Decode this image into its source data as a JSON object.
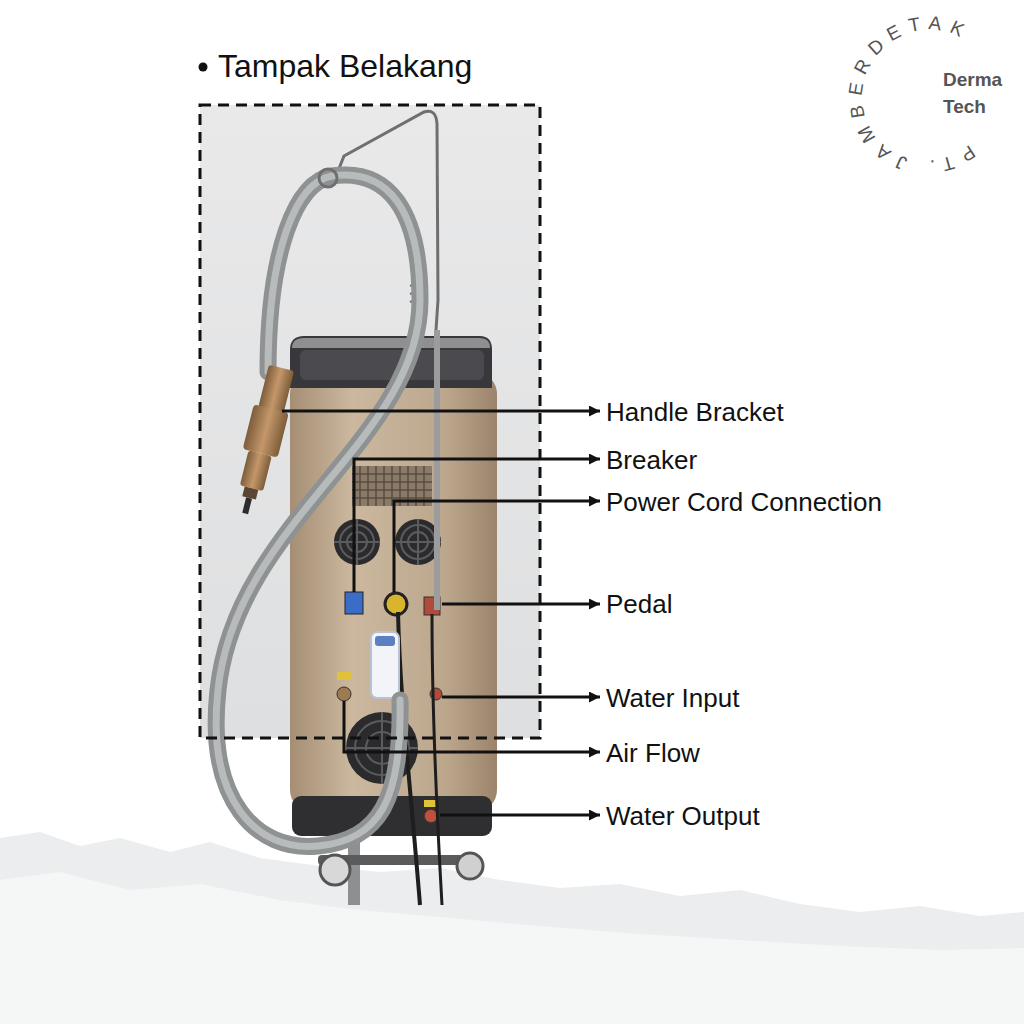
{
  "diagram": {
    "title": "Tampak Belakang",
    "labels": [
      "Handle Bracket",
      "Breaker",
      "Power Cord Connection",
      "Pedal",
      "Water Input",
      "Air Flow",
      "Water Output",
      "PT. JAMBERDETAK",
      "Derma Tech"
    ]
  }
}
